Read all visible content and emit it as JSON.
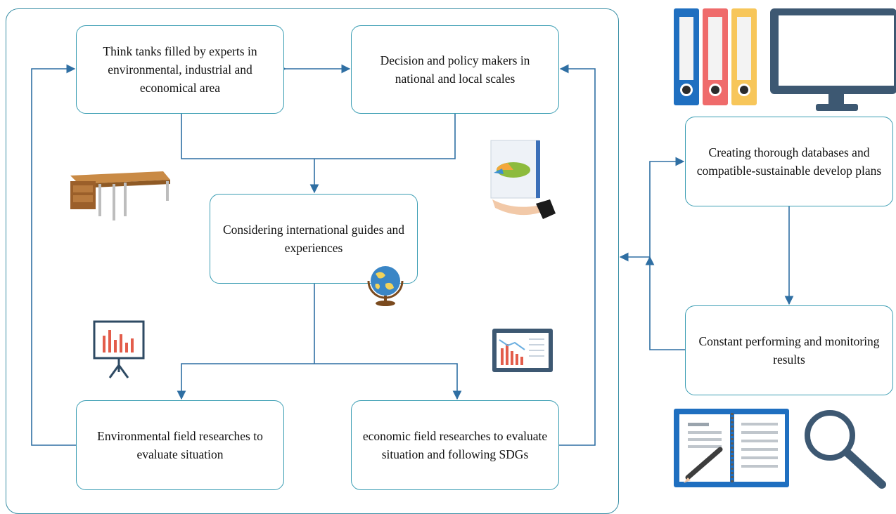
{
  "diagram": {
    "nodes": {
      "think_tanks": "Think tanks filled by experts in environmental, industrial and economical area",
      "decision_makers": "Decision and policy makers in national and local scales",
      "considering": "Considering international guides and experiences",
      "environmental_research": "Environmental field researches to evaluate situation",
      "economic_research": "economic field researches to evaluate situation and following SDGs",
      "creating_databases": "Creating thorough databases and compatible-sustainable develop plans",
      "constant_performing": "Constant performing and monitoring results"
    },
    "colors": {
      "box_border": "#3a9db3",
      "arrow": "#2f6fa3",
      "binder_blue": "#1f6fc0",
      "binder_red": "#ef6b6b",
      "binder_yellow": "#f7c65a",
      "monitor": "#3d5872"
    },
    "icons": [
      "binders-icon",
      "monitor-icon",
      "desk-icon",
      "pie-chart-hand-icon",
      "globe-icon",
      "easel-chart-icon",
      "tablet-chart-icon",
      "notebook-pencil-icon",
      "magnifier-icon"
    ]
  }
}
